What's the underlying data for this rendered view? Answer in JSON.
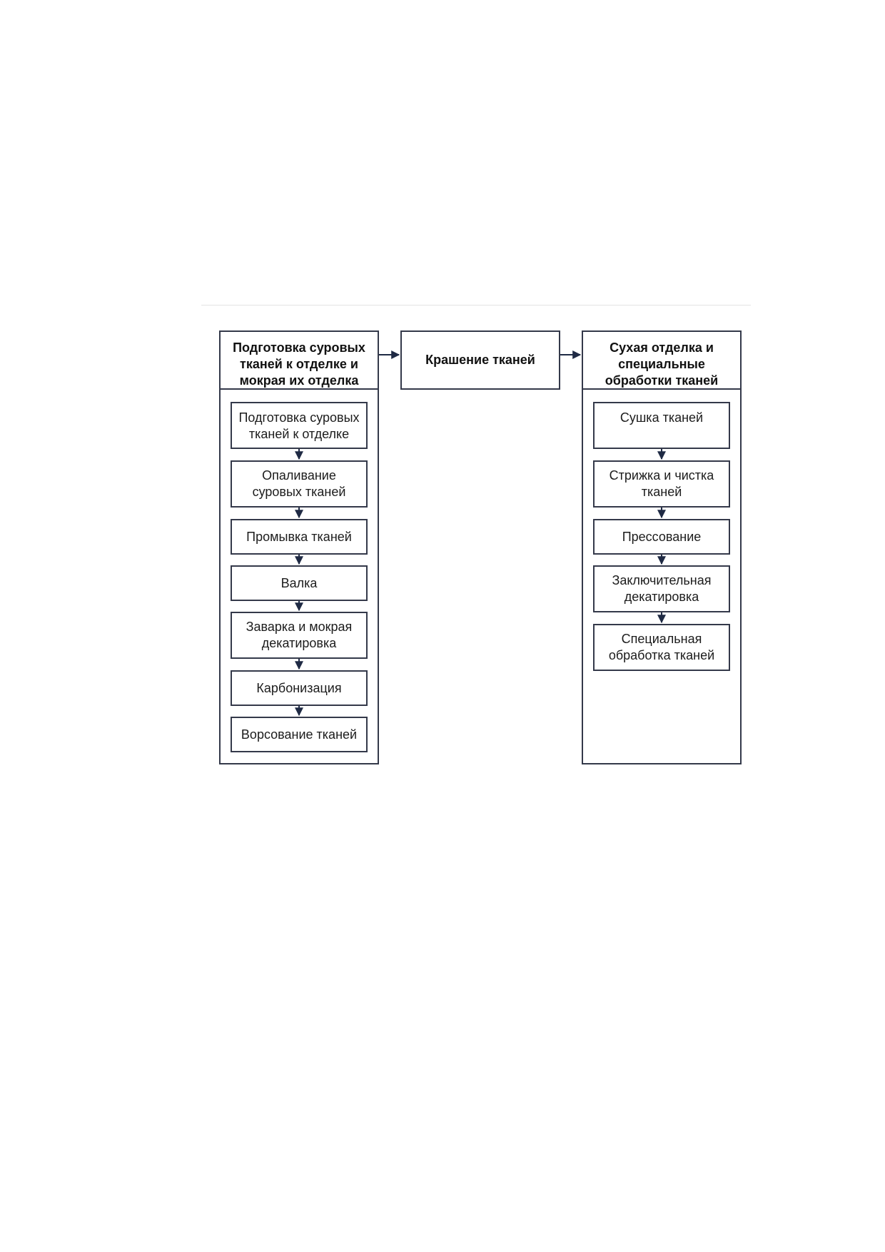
{
  "diagram": {
    "columns": [
      {
        "title": "Подготовка суровых тканей к отделке и мокрая их отделка",
        "steps": [
          "Подготовка суровых тканей к отделке",
          "Опаливание суровых тканей",
          "Промывка тканей",
          "Валка",
          "Заварка и мокрая декатировка",
          "Карбонизация",
          "Ворсование тканей"
        ]
      },
      {
        "title": "Крашение тканей",
        "steps": []
      },
      {
        "title": "Сухая отделка и специальные обработки тканей",
        "steps": [
          "Сушка тканей",
          "Стрижка и чистка тканей",
          "Прессование",
          "Заключительная декатировка",
          "Специальная обработка тканей"
        ]
      }
    ],
    "colors": {
      "border": "#34394a",
      "arrow": "#1f2a44",
      "text": "#111111"
    }
  }
}
